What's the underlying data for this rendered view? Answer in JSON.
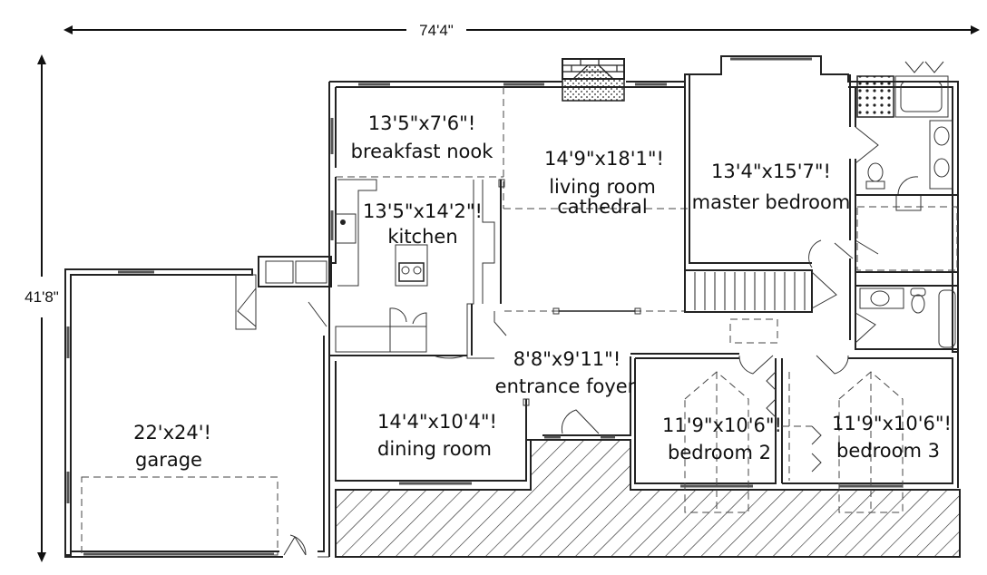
{
  "dimensions": {
    "width_label": "74'4\"",
    "height_label": "41'8\""
  },
  "rooms": [
    {
      "id": "breakfast-nook",
      "size": "13'5\"x7'6\"!",
      "name": "breakfast nook"
    },
    {
      "id": "living-room",
      "size": "14'9\"x18'1\"!",
      "name": "living room",
      "name2": "cathedral"
    },
    {
      "id": "master-bedroom",
      "size": "13'4\"x15'7\"!",
      "name": "master bedroom"
    },
    {
      "id": "kitchen",
      "size": "13'5\"x14'2\"!",
      "name": "kitchen"
    },
    {
      "id": "entrance-foyer",
      "size": "8'8\"x9'11\"!",
      "name": "entrance foyer"
    },
    {
      "id": "dining-room",
      "size": "14'4\"x10'4\"!",
      "name": "dining room"
    },
    {
      "id": "bedroom-2",
      "size": "11'9\"x10'6\"!",
      "name": "bedroom 2"
    },
    {
      "id": "bedroom-3",
      "size": "11'9\"x10'6\"!",
      "name": "bedroom 3"
    },
    {
      "id": "garage",
      "size": "22'x24'!",
      "name": "garage"
    }
  ],
  "colors": {
    "line": "#222222",
    "background": "#ffffff"
  }
}
